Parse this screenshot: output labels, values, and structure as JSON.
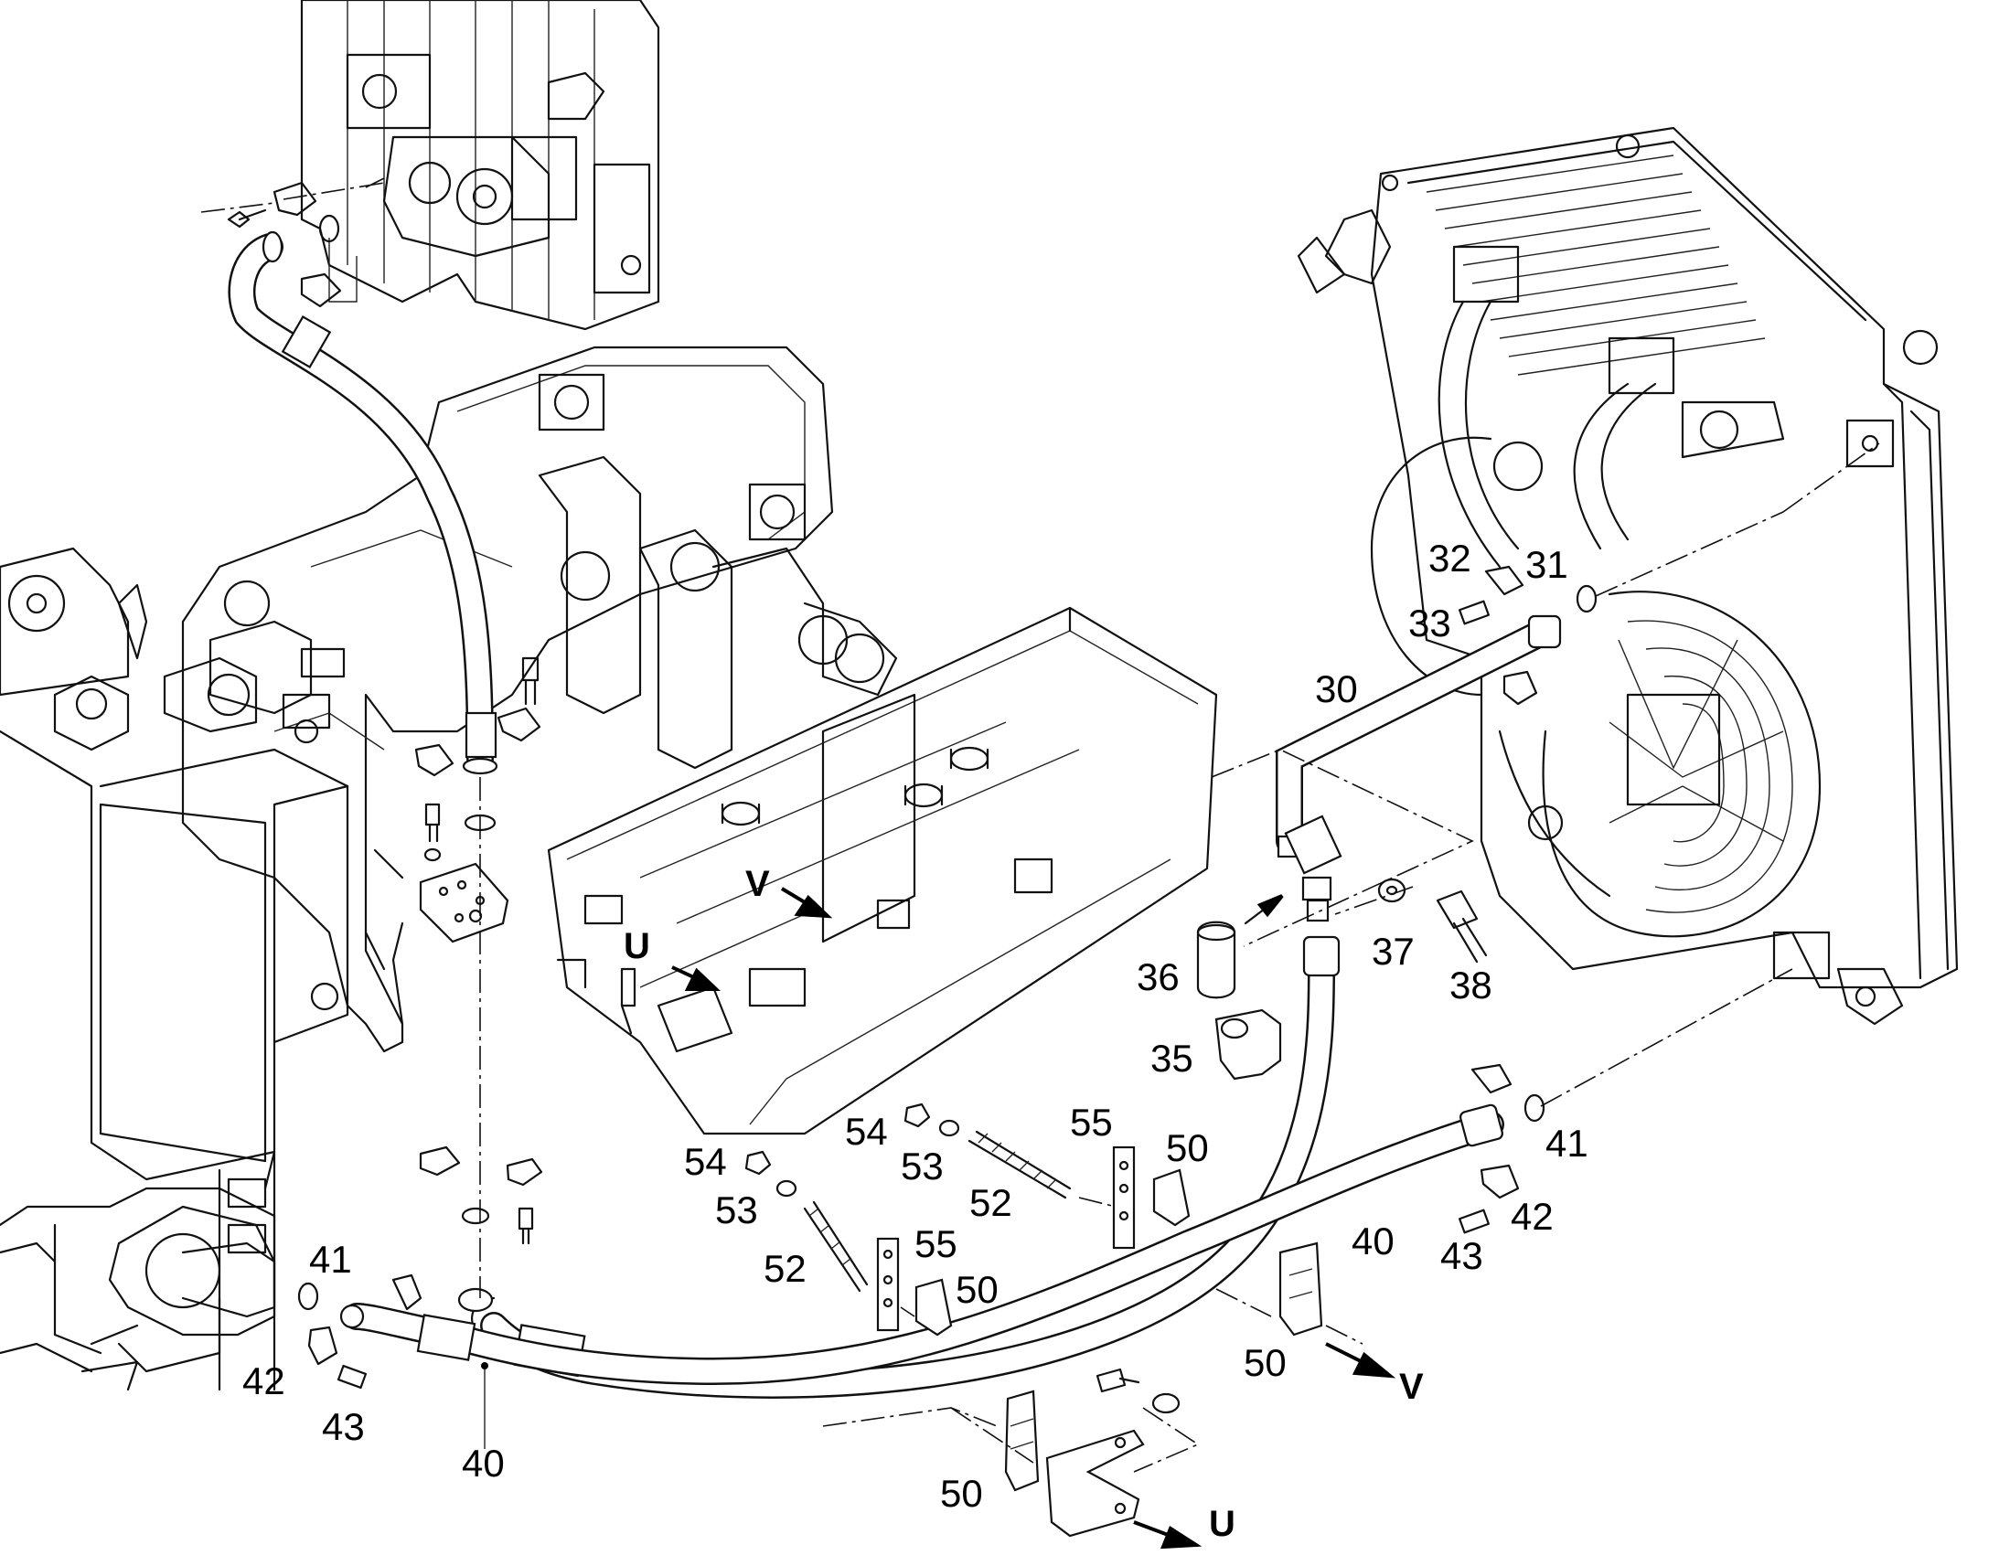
{
  "callouts": {
    "c30": "30",
    "c31": "31",
    "c32": "32",
    "c33": "33",
    "c35": "35",
    "c36": "36",
    "c37": "37",
    "c38": "38",
    "c40_center": "40",
    "c40_left": "40",
    "c41_left": "41",
    "c41_right": "41",
    "c42_left": "42",
    "c42_right": "42",
    "c43_left": "43",
    "c43_right": "43",
    "c50_a": "50",
    "c50_b": "50",
    "c50_c": "50",
    "c50_d": "50",
    "c52_a": "52",
    "c52_b": "52",
    "c53_a": "53",
    "c53_b": "53",
    "c54_a": "54",
    "c54_b": "54",
    "c55_a": "55",
    "c55_b": "55"
  },
  "view_labels": {
    "u_frame": "U",
    "v_frame": "V",
    "u_bottom": "U",
    "v_bottom": "V"
  }
}
